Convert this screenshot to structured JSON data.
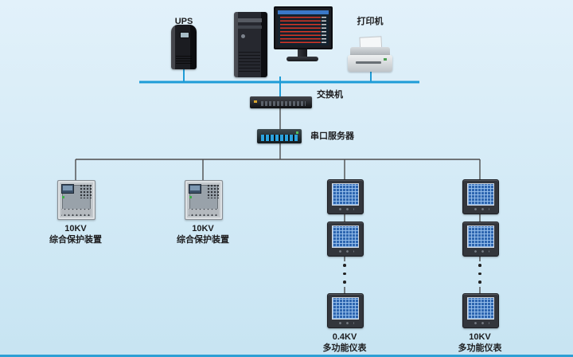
{
  "labels": {
    "ups": "UPS",
    "printer": "打印机",
    "switch": "交换机",
    "serial_server": "串口服务器",
    "protection_device": {
      "line1": "10KV",
      "line2": "综合保护装置"
    },
    "meter_group_04kv": {
      "line1": "0.4KV",
      "line2": "多功能仪表"
    },
    "meter_group_10kv": {
      "line1": "10KV",
      "line2": "多功能仪表"
    }
  },
  "colors": {
    "background": "#d3eaf6",
    "bus_line": "#1e9cd7",
    "wire_line": "#4d4d4d"
  }
}
